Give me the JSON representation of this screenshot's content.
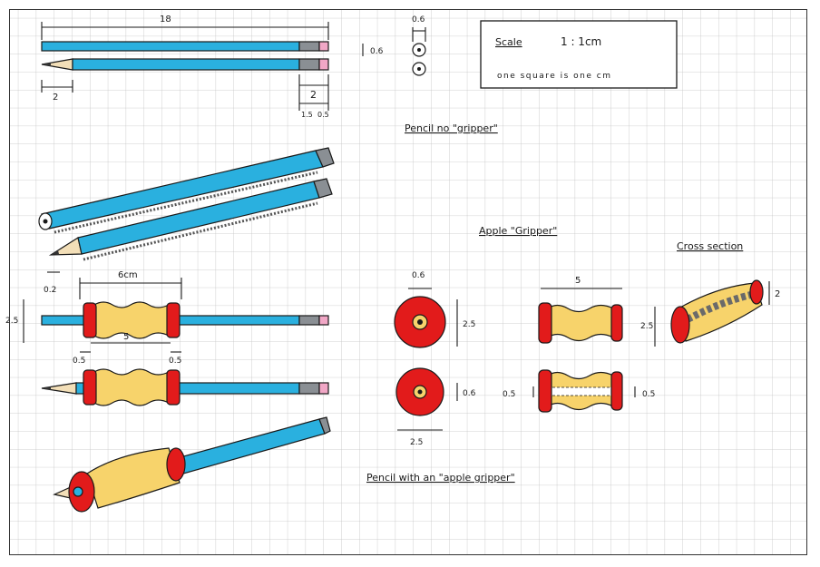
{
  "colors": {
    "paper": "#ffffff",
    "grid": "#bdbdbd",
    "pencil_blue": "#2ab0df",
    "pencil_blue_dark": "#1f86b0",
    "ferrule": "#8a8f94",
    "eraser": "#f1a7c6",
    "gripper_red": "#e21b1b",
    "gripper_yellow": "#f7d36b",
    "wood": "#f3dfb8",
    "ink": "#1a1a1a"
  },
  "scale_box": {
    "label": "Scale",
    "ratio": "1 : 1cm",
    "note": "one square is one cm"
  },
  "titles": {
    "pencil_no_gripper": "Pencil no \"gripper\"",
    "apple_gripper": "Apple \"Gripper\"",
    "cross_section": "Cross section",
    "pencil_with_gripper": "Pencil with an \"apple gripper\""
  },
  "dimensions": {
    "pencil_length": "18",
    "tip_length": "2",
    "end_length": "2",
    "ferrule": "1.5",
    "eraser": "0.5",
    "end_diameter_top": "0.6",
    "end_diameter_side": "0.6",
    "offset": "0.2",
    "grip_total": "6cm",
    "grip_height": "2.5",
    "grip_mid": "5",
    "flange_left": "0.5",
    "flange_right": "0.5",
    "front_top": "0.6",
    "front_height": "2.5",
    "hole": "0.6",
    "front_width": "2.5",
    "side_width": "5",
    "side_height": "2.5",
    "section_left": "0.5",
    "section_right": "0.5",
    "cs_height": "2"
  }
}
